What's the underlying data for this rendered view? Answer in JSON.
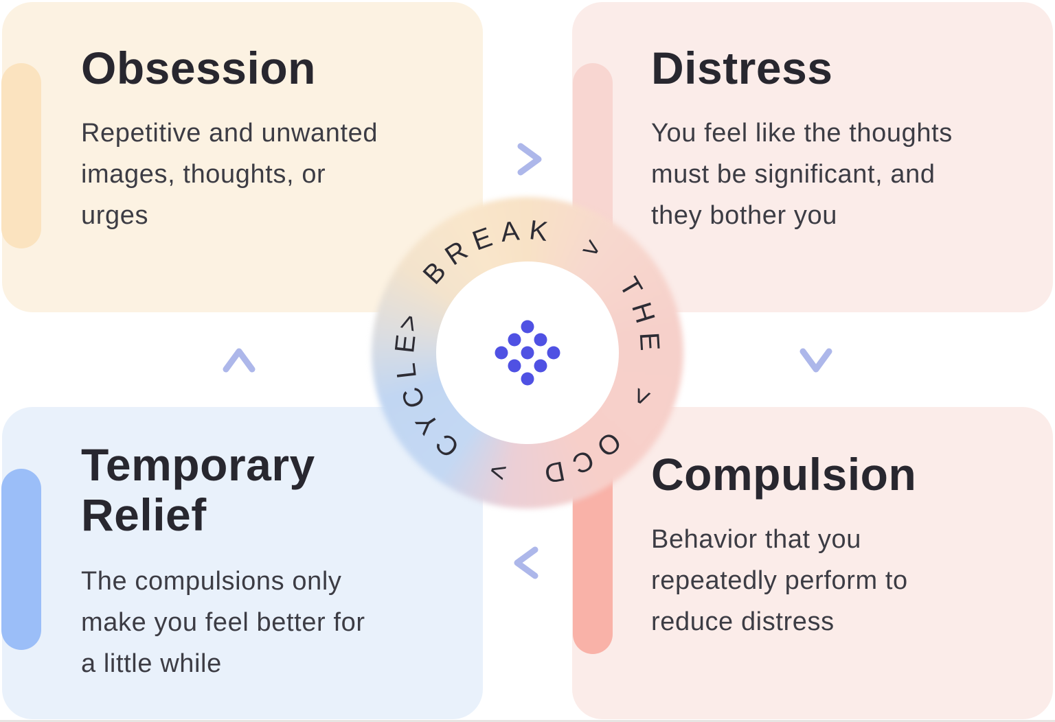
{
  "cards": {
    "obsession": {
      "title": "Obsession",
      "body": "Repetitive and unwanted\nimages, thoughts, or\nurges"
    },
    "distress": {
      "title": "Distress",
      "body": "You feel like the thoughts\nmust be significant, and\nthey bother you"
    },
    "temporary_relief": {
      "title": "Temporary\nRelief",
      "body": "The compulsions only\nmake you feel better for\na little while"
    },
    "compulsion": {
      "title": "Compulsion",
      "body": "Behavior that you\nrepeatedly perform to\nreduce distress"
    }
  },
  "cycle": {
    "ring_text": "> BREAK > THE > OCD > CYCLE",
    "words": [
      "BREAK",
      "THE",
      "OCD",
      "CYCLE"
    ]
  },
  "colors": {
    "card_cream": "#FCF2E2",
    "card_pink": "#FBECE9",
    "card_blue": "#E9F1FB",
    "pill_peach": "#FBE3BF",
    "pill_pink": "#F8D6D1",
    "pill_blue": "#9BBEF8",
    "pill_salmon": "#F9B2A8",
    "arrow": "#ADB7EA",
    "dots": "#4F51E3",
    "ring_peach": "#F8E2C6",
    "ring_pink": "#F6D0CA",
    "ring_blue": "#C4D8F3",
    "ring_text": "#2D2C34",
    "title_text": "#28272F",
    "body_text": "#3C3C44"
  }
}
